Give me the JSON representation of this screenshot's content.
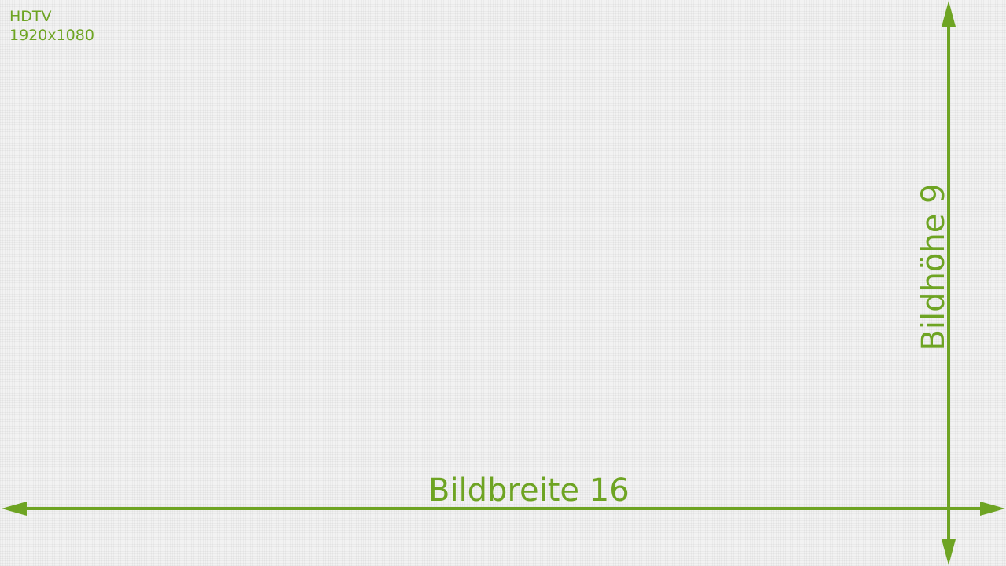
{
  "format": {
    "name": "HDTV",
    "resolution": "1920x1080"
  },
  "width_axis": {
    "label": "Bildbreite 16"
  },
  "height_axis": {
    "label": "Bildhöhe 9"
  },
  "colors": {
    "accent": "#6ea423",
    "background": "#f2f2f2"
  },
  "icons": [
    "double-arrow-horizontal",
    "double-arrow-vertical"
  ]
}
